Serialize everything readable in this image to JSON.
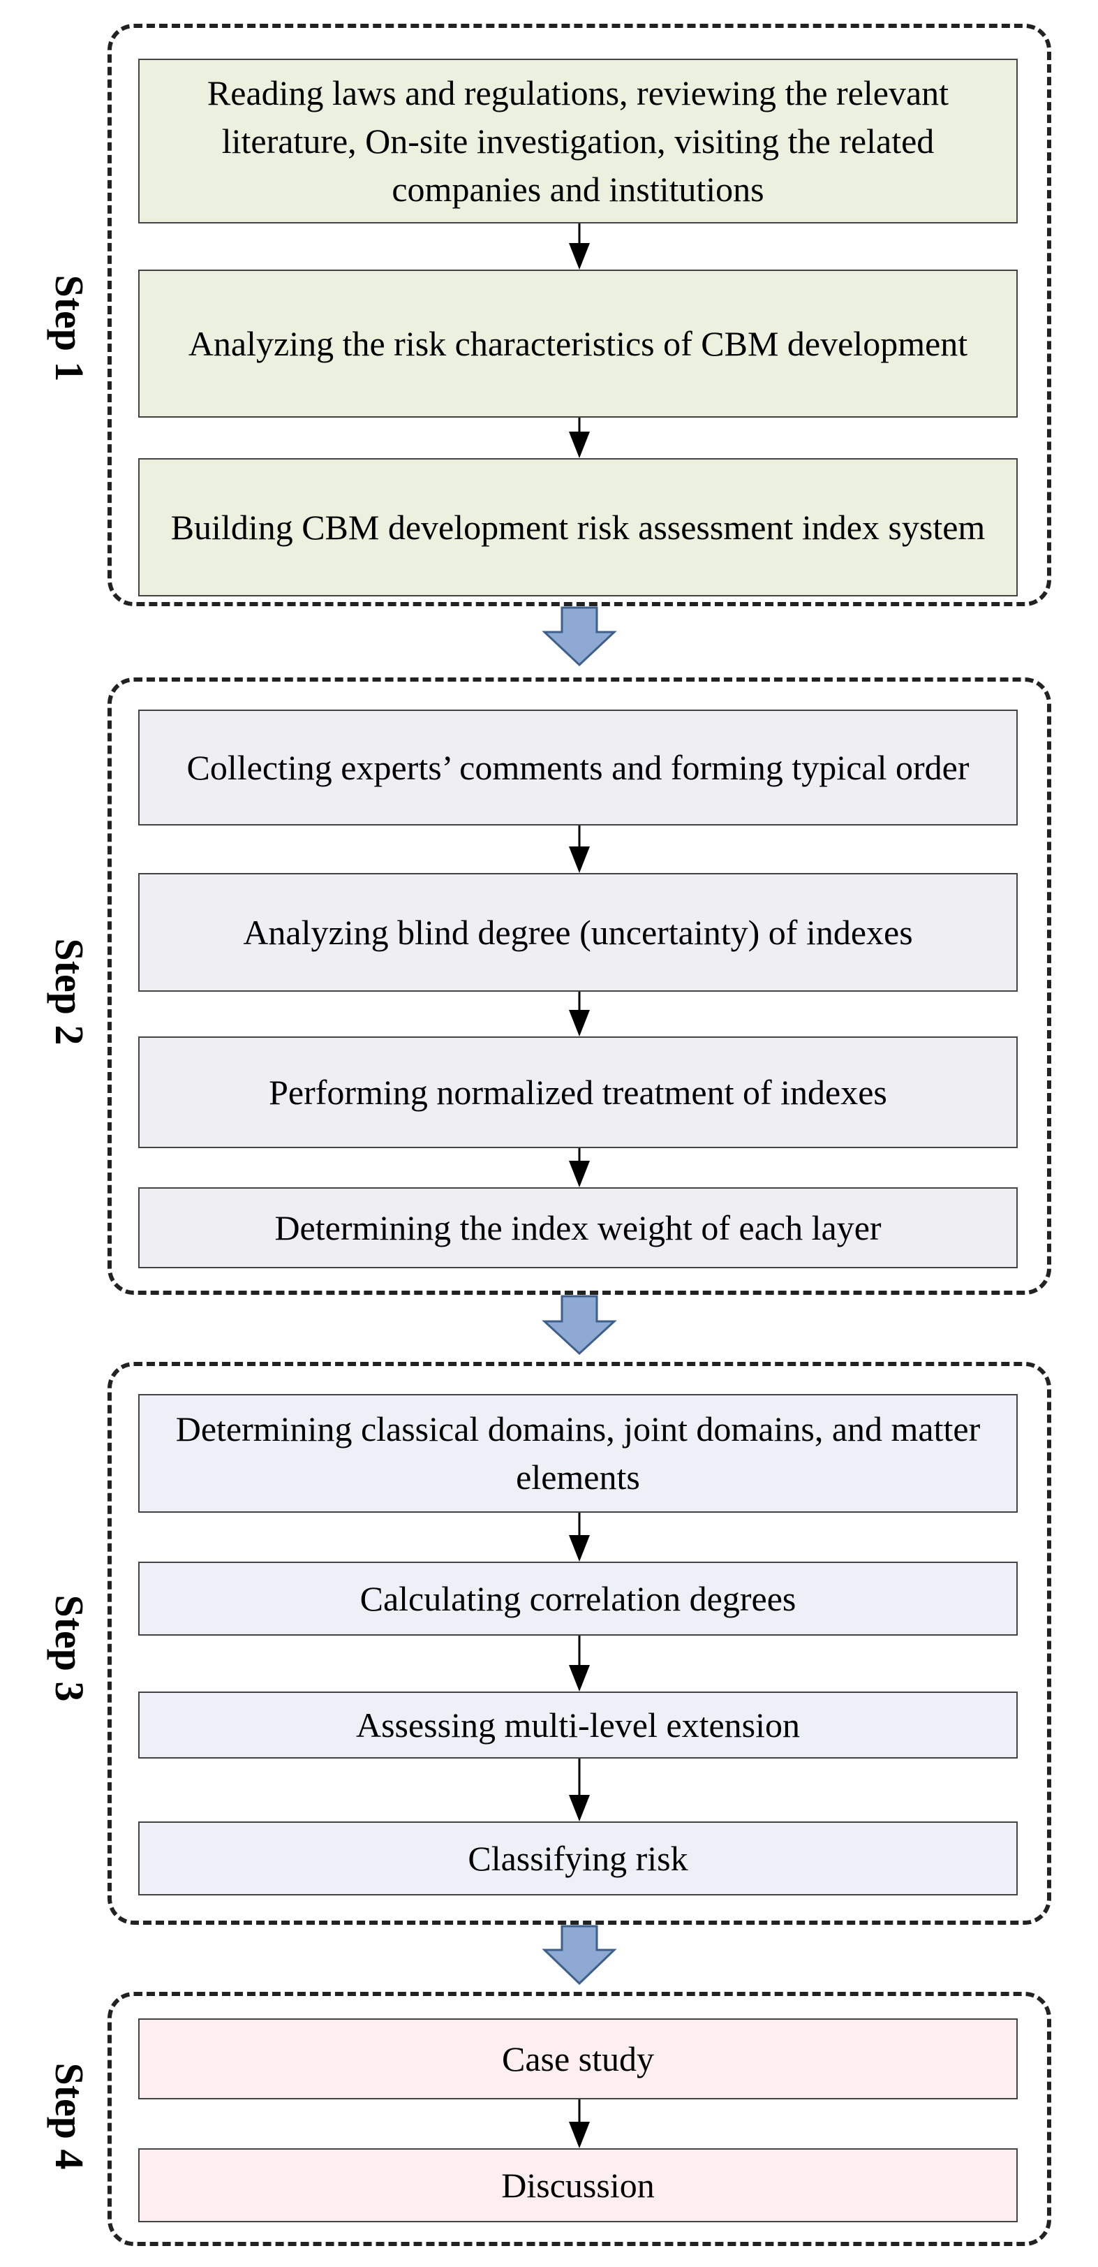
{
  "steps": [
    {
      "label": "Step 1",
      "boxes": [
        "Reading laws and regulations, reviewing the relevant literature, On-site investigation, visiting the related companies and institutions",
        "Analyzing the risk characteristics of CBM development",
        "Building CBM development risk assessment index system"
      ],
      "fill": "#ebf1de"
    },
    {
      "label": "Step 2",
      "boxes": [
        "Collecting experts’ comments and forming typical order",
        "Analyzing blind degree (uncertainty) of indexes",
        "Performing normalized treatment of indexes",
        "Determining the index weight of each layer"
      ],
      "fill": "#efeef3"
    },
    {
      "label": "Step 3",
      "boxes": [
        "Determining classical domains, joint domains, and matter elements",
        "Calculating correlation degrees",
        "Assessing multi-level extension",
        "Classifying risk"
      ],
      "fill": "#edf0f6"
    },
    {
      "label": "Step 4",
      "boxes": [
        "Case study",
        "Discussion"
      ],
      "fill": "#fdeff0"
    }
  ],
  "colors": {
    "big_arrow": "#8eaad3",
    "big_arrow_outline": "#3e5f8a",
    "border": "#222222"
  }
}
